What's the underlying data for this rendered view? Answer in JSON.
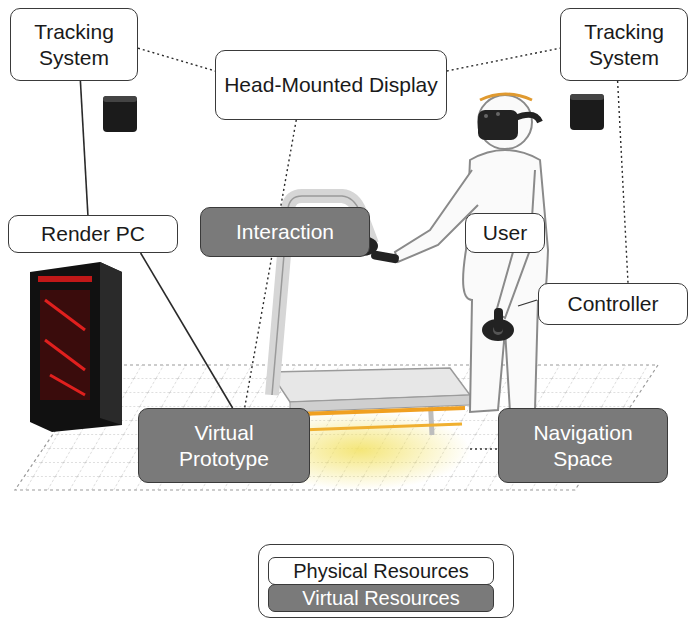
{
  "diagram": {
    "nodes": [
      {
        "text": [
          "Tracking System"
        ]
      },
      {
        "text": [
          "Head-Mounted Display"
        ]
      },
      {
        "text": [
          "Tracking System"
        ]
      },
      {
        "text": [
          "Render PC"
        ]
      },
      {
        "text": [
          "Interaction"
        ]
      },
      {
        "text": [
          "User"
        ]
      },
      {
        "text": [
          "Controller"
        ]
      },
      {
        "text": [
          "Virtual Prototype"
        ]
      },
      {
        "text": [
          "Navigation Space"
        ]
      }
    ],
    "edges": [
      {
        "from": 0,
        "to": 1,
        "arrow": "none"
      },
      {
        "from": 1,
        "to": 2,
        "arrow": "none"
      },
      {
        "from": 0,
        "to": 3,
        "arrow": "none"
      },
      {
        "from": 3,
        "to": 7,
        "arrow": "none"
      },
      {
        "from": 1,
        "to": 7,
        "arrow": "none"
      },
      {
        "from": 2,
        "to": 6,
        "arrow": "none"
      }
    ],
    "legend": [
      {
        "text": "Physical Resources",
        "color": "#ffffff"
      },
      {
        "text": "Virtual Resources",
        "color": "#7a7a7a"
      }
    ]
  }
}
